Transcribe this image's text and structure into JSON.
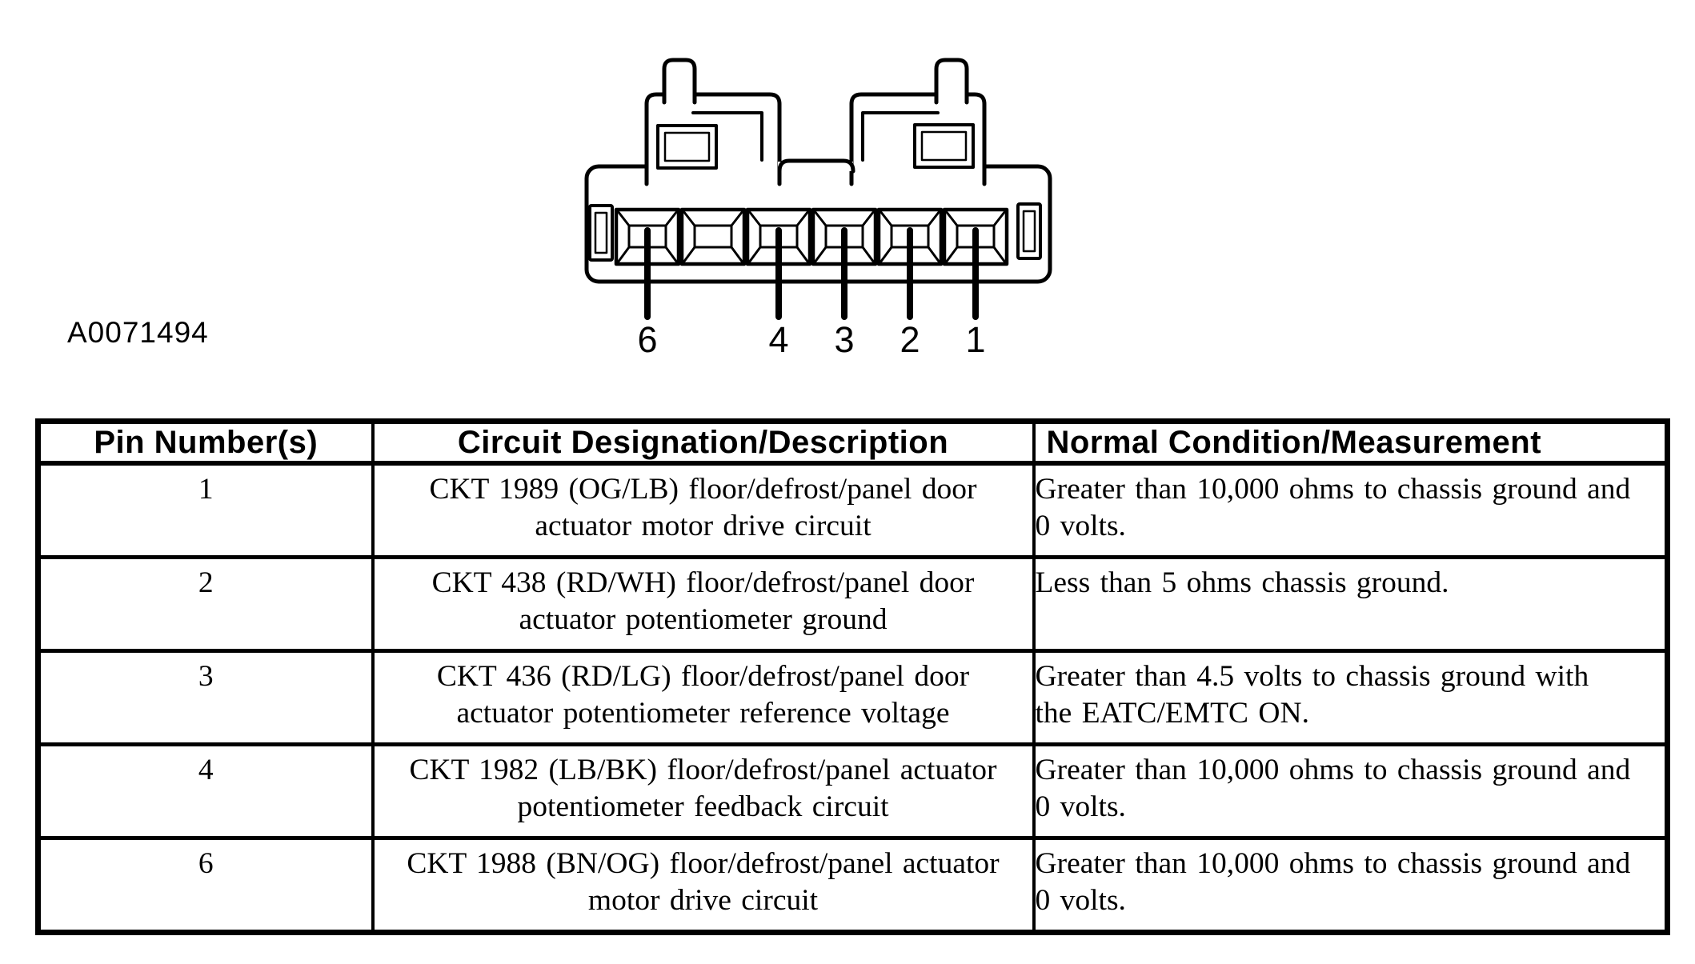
{
  "figure": {
    "code": "A0071494",
    "pin_labels": [
      "6",
      "4",
      "3",
      "2",
      "1"
    ]
  },
  "table": {
    "headers": {
      "pin": "Pin Number(s)",
      "circuit": "Circuit Designation/Description",
      "normal": "Normal Condition/Measurement"
    },
    "rows": [
      {
        "pin": "1",
        "circuit": "CKT 1989 (OG/LB) floor/defrost/panel door actuator motor drive circuit",
        "normal": "Greater than 10,000 ohms to chassis ground and 0 volts."
      },
      {
        "pin": "2",
        "circuit": "CKT 438 (RD/WH) floor/defrost/panel door actuator potentiometer ground",
        "normal": "Less than 5 ohms chassis ground."
      },
      {
        "pin": "3",
        "circuit": "CKT 436 (RD/LG) floor/defrost/panel door actuator potentiometer reference voltage",
        "normal": "Greater than 4.5 volts to chassis ground with the EATC/EMTC ON."
      },
      {
        "pin": "4",
        "circuit": "CKT 1982 (LB/BK) floor/defrost/panel actuator potentiometer feedback circuit",
        "normal": "Greater than 10,000 ohms to chassis ground and 0 volts."
      },
      {
        "pin": "6",
        "circuit": "CKT 1988 (BN/OG) floor/defrost/panel actuator motor drive circuit",
        "normal": "Greater than 10,000 ohms to chassis ground and 0 volts."
      }
    ]
  }
}
